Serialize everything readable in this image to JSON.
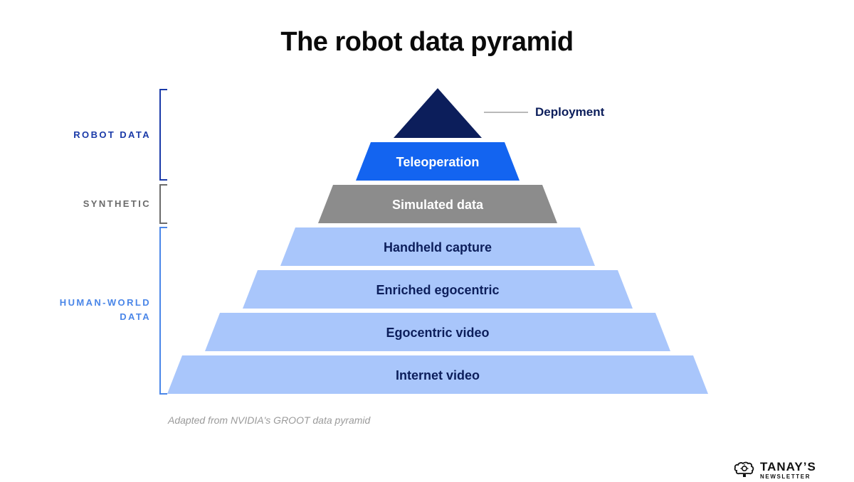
{
  "title": "The robot data pyramid",
  "colors": {
    "deployment": "#0c1e5b",
    "teleoperation": "#1364f0",
    "synthetic": "#8c8c8c",
    "human_world": "#a9c6fb",
    "dark_text": "#0c1e5b",
    "white_text": "#ffffff",
    "robot_bracket": "#1a3aa8",
    "synthetic_bracket": "#6b6b6b",
    "human_bracket": "#4a86e8"
  },
  "apex": {
    "label": "Deployment"
  },
  "layers": [
    {
      "label": "Teleoperation"
    },
    {
      "label": "Simulated data"
    },
    {
      "label": "Handheld capture"
    },
    {
      "label": "Enriched egocentric"
    },
    {
      "label": "Egocentric video"
    },
    {
      "label": "Internet video"
    }
  ],
  "groups": {
    "robot": {
      "label": "ROBOT DATA"
    },
    "synthetic": {
      "label": "SYNTHETIC"
    },
    "human": {
      "label_line1": "HUMAN-WORLD",
      "label_line2": "DATA"
    }
  },
  "caption": "Adapted from NVIDIA's GROOT data pyramid",
  "brand": {
    "line1": "TANAY’S",
    "line2": "NEWSLETTER",
    "icon": "lightbulb-brain-icon"
  }
}
